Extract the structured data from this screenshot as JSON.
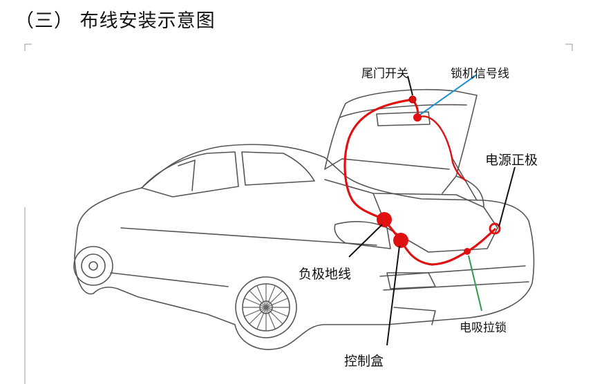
{
  "heading": "（三）  布线安装示意图",
  "labels": {
    "tailgate_switch": "尾门开关",
    "lock_signal_wire": "锁机信号线",
    "power_positive": "电源正极",
    "negative_ground": "负极地线",
    "electric_suction_lock": "电吸拉锁",
    "control_box": "控制盒"
  },
  "colors": {
    "wire": "#e01010",
    "signal_leader": "#1a8fd6",
    "lock_leader": "#2e9a4a",
    "leader": "#111111",
    "outline": "#555555"
  }
}
